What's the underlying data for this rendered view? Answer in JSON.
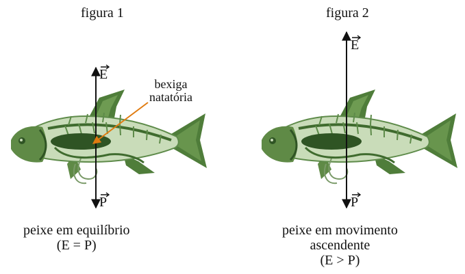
{
  "figure_1": {
    "title": "figura 1",
    "force_up": "E",
    "force_down": "P",
    "organ_label_line1": "bexiga",
    "organ_label_line2": "natatória",
    "caption_line1": "peixe em equilíbrio",
    "caption_line2": "(E = P)"
  },
  "figure_2": {
    "title": "figura 2",
    "force_up": "E",
    "force_down": "P",
    "caption_line1": "peixe em movimento",
    "caption_line2": "ascendente",
    "caption_line3": "(E > P)"
  },
  "colors": {
    "fish_dark": "#3f6b2e",
    "fish_mid": "#6e9b52",
    "fish_light": "#c9dcb9",
    "bladder": "#2f5424",
    "pointer": "#e07b10"
  }
}
